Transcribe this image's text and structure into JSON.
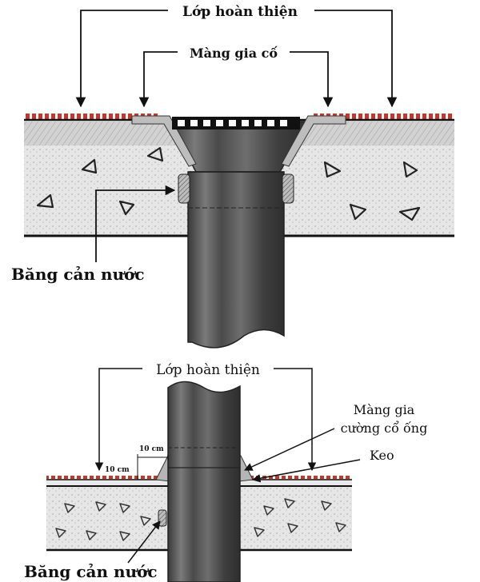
{
  "top_diagram": {
    "label_finish_layer": "Lớp hoàn thiện",
    "label_reinforcement": "Màng gia cố",
    "label_waterstop": "Băng cản nước"
  },
  "bottom_diagram": {
    "label_finish_layer": "Lớp hoàn thiện",
    "label_collar_line1": "Màng gia",
    "label_collar_line2": "cường cổ ống",
    "label_sealant": "Keo",
    "label_waterstop": "Băng cản nước",
    "dim_horizontal": "10 cm",
    "dim_vertical": "10 cm"
  },
  "colors": {
    "finish_layer": "#c0392b",
    "pipe": "#5b5b5b",
    "concrete": "#e2e2e2",
    "screed": "#cfcfcf"
  }
}
